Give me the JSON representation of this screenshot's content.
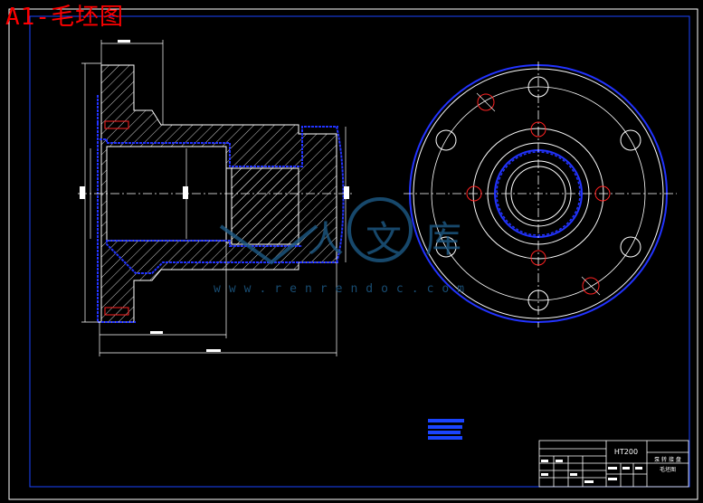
{
  "sheet": {
    "title": "A1-毛坯图",
    "colors": {
      "background": "#000000",
      "border": "#ffffff",
      "outline": "#ffffff",
      "contour": "#0000ff",
      "hatch": "#ffffff",
      "holes_highlight": "#ff0000",
      "title": "#ff0000"
    }
  },
  "title_block": {
    "material": "HT200",
    "part_name": "泵 转 接 盘",
    "drawing_name": "毛坯图"
  },
  "watermark": {
    "logo_chars": [
      "人",
      "文",
      "库"
    ],
    "url": "www.renrendoc.com"
  },
  "icons": {
    "logo": "watermark-logo-icon"
  }
}
